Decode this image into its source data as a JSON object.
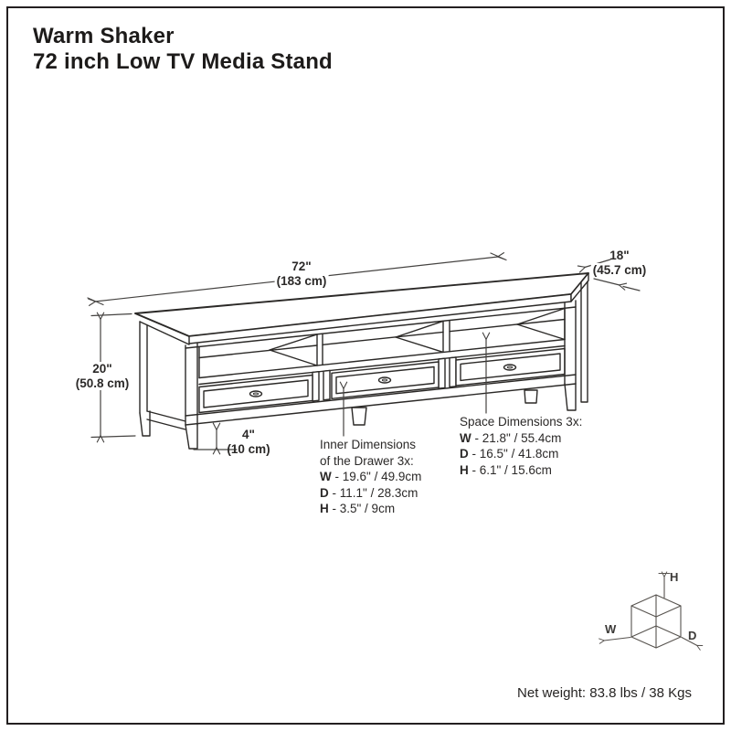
{
  "title": {
    "line1": "Warm Shaker",
    "line2": "72 inch Low TV Media Stand"
  },
  "dimensions": {
    "width": {
      "inches": "72\"",
      "cm": "(183 cm)"
    },
    "depth": {
      "inches": "18\"",
      "cm": "(45.7 cm)"
    },
    "height": {
      "inches": "20\"",
      "cm": "(50.8 cm)"
    },
    "clearance": {
      "inches": "4\"",
      "cm": "(10 cm)"
    }
  },
  "drawer_dimensions": {
    "heading_line1": "Inner Dimensions",
    "heading_line2": "of the Drawer 3x:",
    "rows": [
      {
        "label": "W",
        "value": " - 19.6\" / 49.9cm"
      },
      {
        "label": "D",
        "value": " - 11.1\" / 28.3cm"
      },
      {
        "label": "H",
        "value": " - 3.5\" / 9cm"
      }
    ]
  },
  "space_dimensions": {
    "heading": "Space Dimensions 3x:",
    "rows": [
      {
        "label": "W",
        "value": " - 21.8\" / 55.4cm"
      },
      {
        "label": "D",
        "value": " - 16.5\" / 41.8cm"
      },
      {
        "label": "H",
        "value": " - 6.1\" / 15.6cm"
      }
    ]
  },
  "axis_cube": {
    "height_label": "H",
    "width_label": "W",
    "depth_label": "D"
  },
  "net_weight": "Net weight: 83.8 lbs / 38 Kgs",
  "colors": {
    "line": "#2b2927",
    "dimension_line": "#454341",
    "frame": "#231f20",
    "background": "#ffffff"
  }
}
